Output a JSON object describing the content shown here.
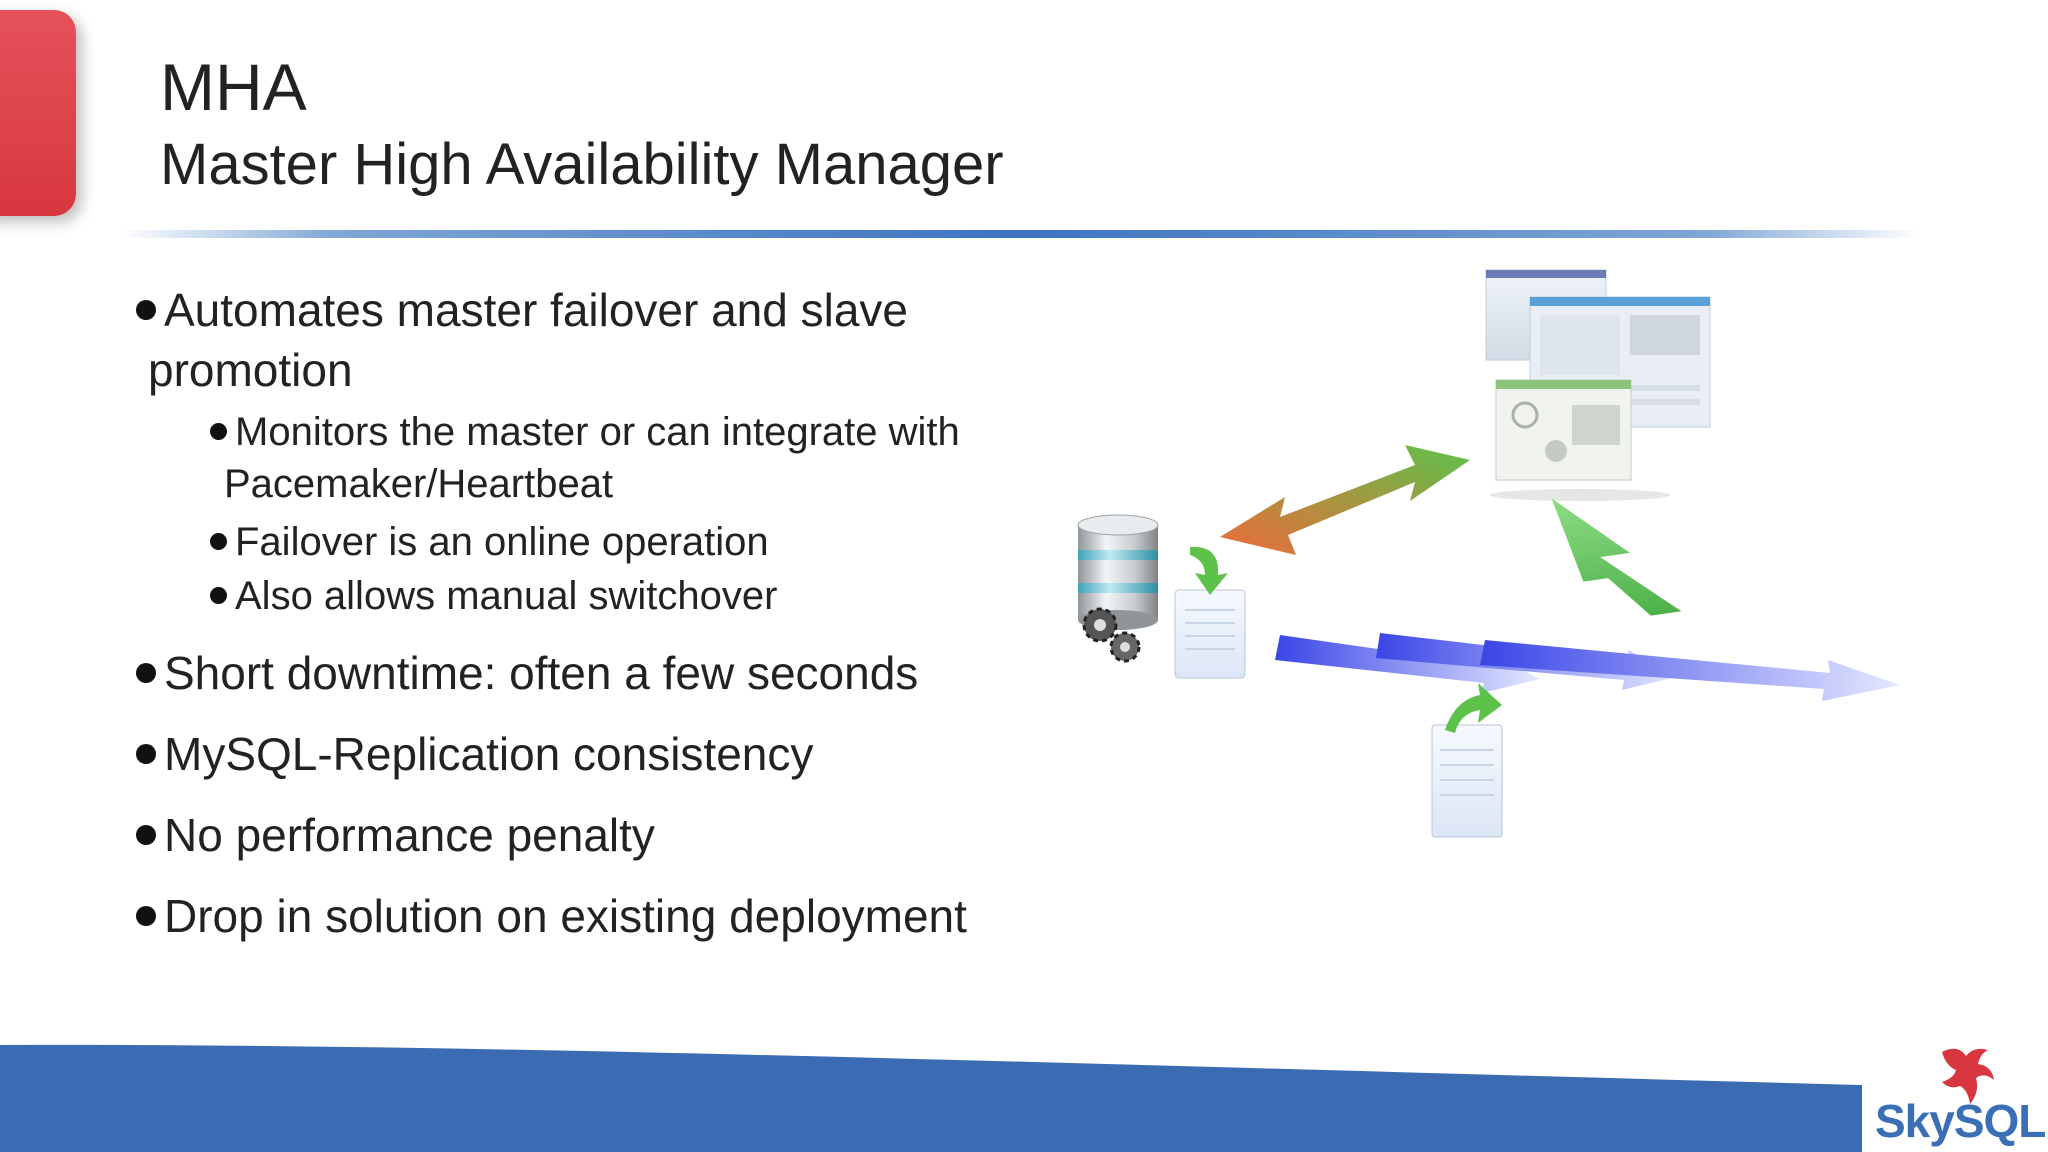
{
  "slide": {
    "title": "MHA",
    "subtitle": "Master High Availability Manager"
  },
  "bullets": [
    {
      "line1": "Automates master failover and slave",
      "line2": "promotion"
    },
    {
      "line1": "Monitors the master or can integrate with",
      "line2": "Pacemaker/Heartbeat"
    },
    {
      "text": "Failover is an online operation"
    },
    {
      "text": "Also allows manual switchover"
    },
    {
      "text": "Short downtime: often a few seconds"
    },
    {
      "text": "MySQL-Replication consistency"
    },
    {
      "text": "No performance penalty"
    },
    {
      "text": "Drop in solution on existing deployment"
    }
  ],
  "logo": {
    "text": "SkySQL"
  },
  "colors": {
    "accent_red": "#d8373f",
    "footer_blue": "#3b6cb3",
    "logo_blue": "#3a6fb5",
    "arrow_green": "#5cc24a",
    "arrow_orange": "#e8703a",
    "arrow_blue": "#3b4fe0"
  },
  "icons": [
    "database-server-icon",
    "gears-icon",
    "notepad-icon",
    "monitor-window-icon",
    "replication-arrow-icon"
  ]
}
